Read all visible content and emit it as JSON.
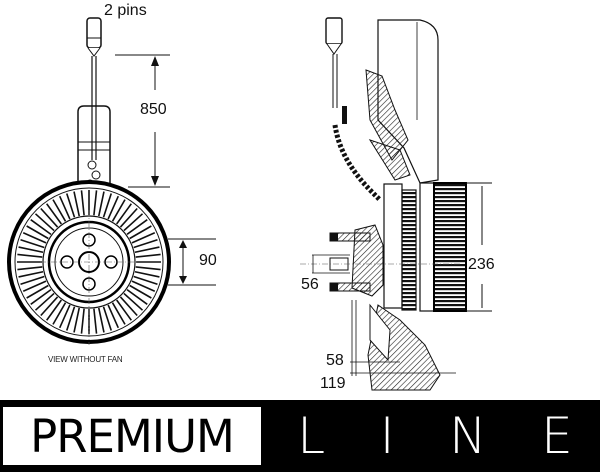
{
  "diagram": {
    "type": "technical-drawing",
    "subject": "viscous fan clutch",
    "front_view": {
      "connector_label": "2 pins",
      "cable_length_label": "850",
      "bolt_circle_label": "90",
      "caption": "VIEW WITHOUT FAN"
    },
    "side_view": {
      "pilot_diameter_label": "56",
      "outer_diameter_label": "236",
      "depth_small_label": "58",
      "depth_large_label": "119"
    }
  },
  "banner": {
    "left_text": "PREMIUM",
    "right_letters": [
      "L",
      "I",
      "N",
      "E"
    ],
    "colors": {
      "background": "#000000",
      "left_box": "#ffffff",
      "left_text": "#000000",
      "right_text": "#ffffff"
    }
  }
}
